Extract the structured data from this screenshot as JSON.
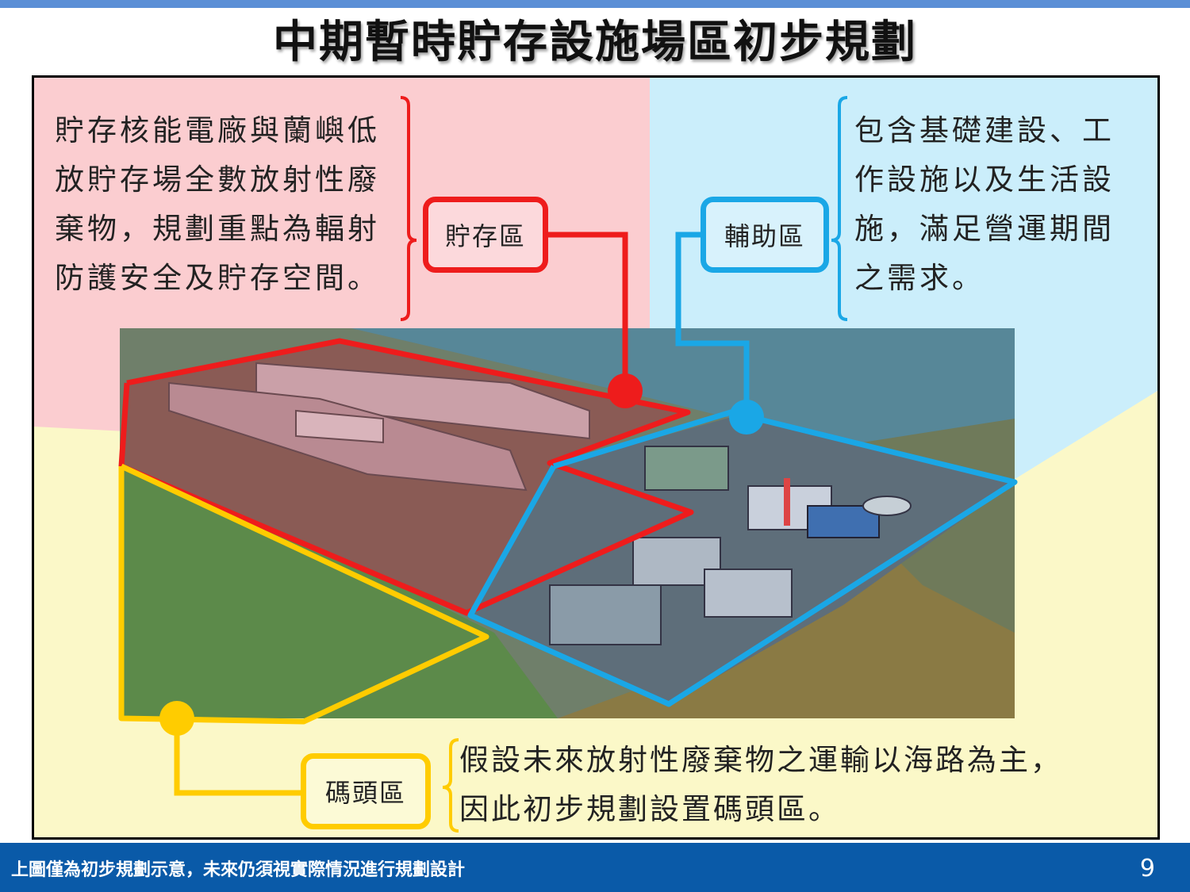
{
  "title": "中期暫時貯存設施場區初步規劃",
  "zones": {
    "storage": {
      "label": "貯存區",
      "description": "貯存核能電廠與蘭嶼低\n放貯存場全數放射性廢\n棄物，規劃重點為輻射\n防護安全及貯存空間。",
      "color": "#ee1c1c"
    },
    "auxiliary": {
      "label": "輔助區",
      "description": "包含基礎建設、工\n作設施以及生活設\n施，滿足營運期間\n之需求。",
      "color": "#1aa7e6"
    },
    "dock": {
      "label": "碼頭區",
      "description": "假設未來放射性廢棄物之運輸以海路為主，\n因此初步規劃設置碼頭區。",
      "color": "#ffcc00"
    }
  },
  "colors": {
    "storage_bg": "#fbcdd0",
    "auxiliary_bg": "#cbeefb",
    "dock_bg": "#fbf8c8",
    "footer_bg": "#0a5aa8",
    "top_bar": "#5b8fd6"
  },
  "footer": {
    "note": "上圖僅為初步規劃示意，未來仍須視實際情況進行規劃設計",
    "page_number": "9"
  }
}
